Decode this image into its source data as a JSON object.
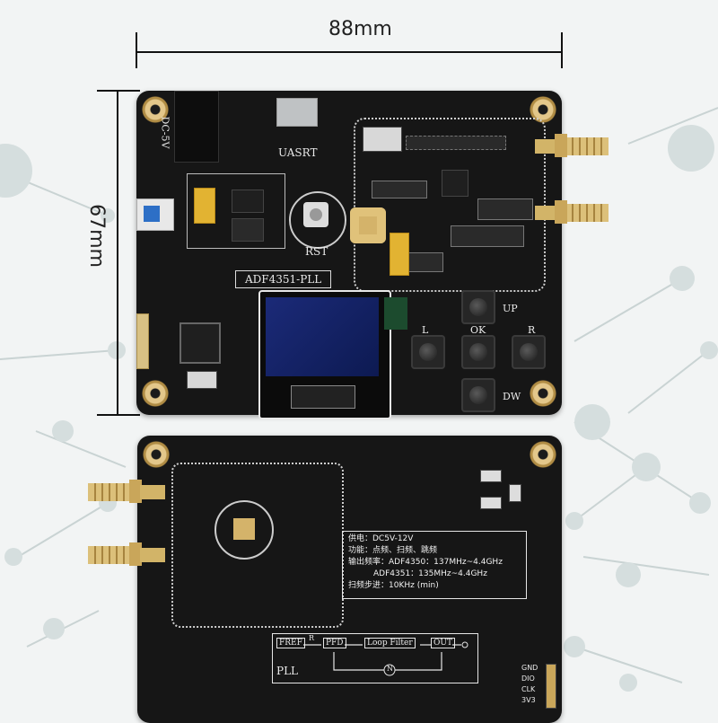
{
  "dimensions": {
    "width_label": "88mm",
    "height_label": "67mm"
  },
  "front_board": {
    "dc_label": "DC-5V",
    "usb_label": "UASRT",
    "rst_label": "RST",
    "module_label": "ADF4351-PLL",
    "buttons": [
      "UP",
      "L",
      "OK",
      "R",
      "DW"
    ]
  },
  "back_board": {
    "info_lines": [
      "供电：DC5V-12V",
      "功能：点频、扫频、跳频",
      "输出频率：ADF4350：137MHz~4.4GHz",
      "ADF4351：135MHz~4.4GHz",
      "扫频步进：10KHz (min)"
    ],
    "diagram": {
      "fref": "FREF",
      "r": "R",
      "pfd": "PFD",
      "loop_filter": "Loop Filter",
      "out": "OUT",
      "n": "N",
      "pll": "PLL"
    },
    "pins": [
      "GND",
      "DIO",
      "CLK",
      "3V3"
    ]
  },
  "colors": {
    "pcb": "#161616",
    "silkscreen": "#e9e9e9",
    "gold": "#d4b36a",
    "background": "#f2f4f4"
  }
}
